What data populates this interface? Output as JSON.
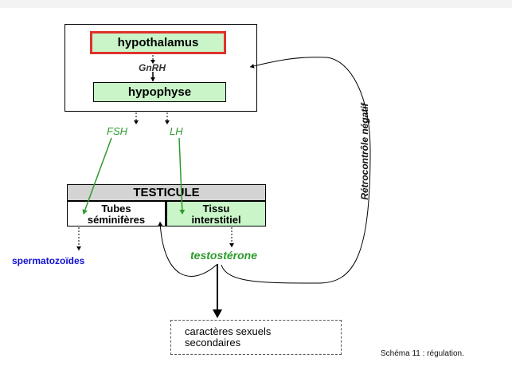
{
  "diagram": {
    "hypothalamus": "hypothalamus",
    "gnrh": "GnRH",
    "hypophyse": "hypophyse",
    "fsh": "FSH",
    "lh": "LH",
    "testicule": "TESTICULE",
    "tubes_line1": "Tubes",
    "tubes_line2": "séminifères",
    "tissu_line1": "Tissu",
    "tissu_line2": "interstitiel",
    "spermatozoides": "spermatozoïdes",
    "testosterone": "testostérone",
    "retrocontrole": "Rétrocontrôle négatif",
    "caract_line1": "caractères sexuels",
    "caract_line2": "secondaires",
    "caption": "Schéma 11 : régulation."
  },
  "colors": {
    "hormone_green": "#2e9b2e",
    "box_green": "#c9f5c9",
    "hypothalamus_border": "#e0322d",
    "sperm_blue": "#1010d0",
    "testicule_header": "#d4d4d4"
  }
}
